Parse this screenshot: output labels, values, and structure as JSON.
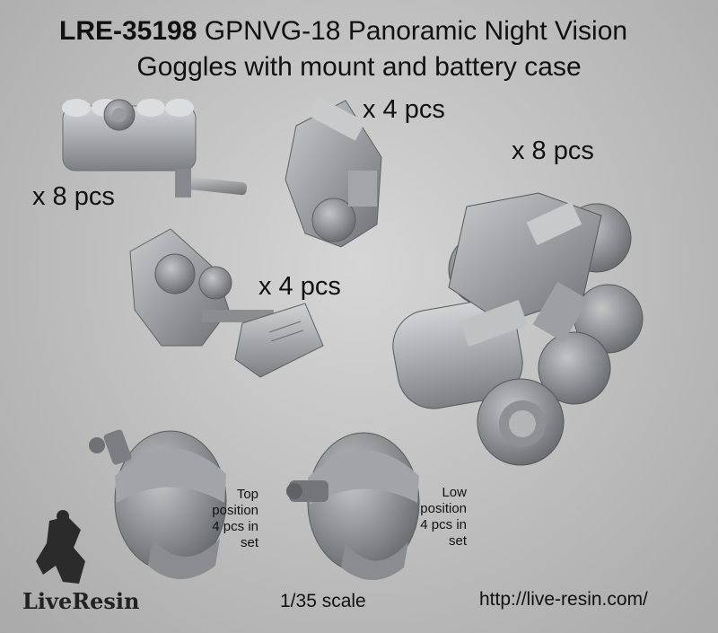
{
  "title": {
    "product_code": "LRE-35198",
    "line1": "GPNVG-18 Panoramic Night Vision",
    "line2": "Goggles with mount and battery case"
  },
  "quantities": {
    "battery_case": "x 8 pcs",
    "mount_a": "x 4 pcs",
    "mount_b": "x 4 pcs",
    "goggles": "x 8 pcs"
  },
  "notes": {
    "top_position": [
      "Top",
      "position",
      "4 pcs in",
      "set"
    ],
    "low_position": [
      "Low",
      "position",
      "4 pcs in",
      "set"
    ]
  },
  "footer": {
    "scale": "1/35 scale",
    "url": "http://live-resin.com/",
    "brand": "LiveResin"
  },
  "colors": {
    "background": "#c4c4c4",
    "resin_gray": "#8f9194",
    "text": "#111111"
  }
}
